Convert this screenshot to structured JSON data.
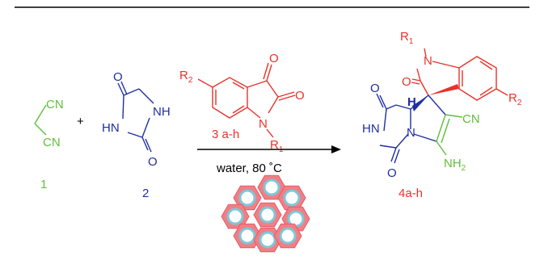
{
  "colors": {
    "green": "#5fbf3a",
    "blue": "#1f2fa0",
    "red": "#e8322b",
    "black": "#000000",
    "hex_fill": "#f07f86",
    "hex_stroke": "#e35b66",
    "pore_ring": "#7ec8d8"
  },
  "compound1": {
    "cn_top": "CN",
    "cn_bottom": "CN",
    "number": "1"
  },
  "plus": "+",
  "compound2": {
    "o_top": "O",
    "nh_right": "NH",
    "hn_left": "HN",
    "o_bottom": "O",
    "number": "2"
  },
  "compound3": {
    "r2": "R",
    "r2_sub": "2",
    "o_top": "O",
    "o_right": "O",
    "n": "N",
    "r1": "R",
    "r1_sub": "1",
    "label": "3 a-h"
  },
  "conditions": "water, 80 ˚C",
  "product": {
    "r1": "R",
    "r1_sub": "1",
    "n_top": "N",
    "o_lactam": "O",
    "h": "H",
    "r2": "R",
    "r2_sub": "2",
    "o_top": "O",
    "hn": "HN",
    "n_ring": "N",
    "cn": "CN",
    "o_bottom": "O",
    "nh2": "NH",
    "nh2_sub": "2",
    "label": "4a-h"
  }
}
